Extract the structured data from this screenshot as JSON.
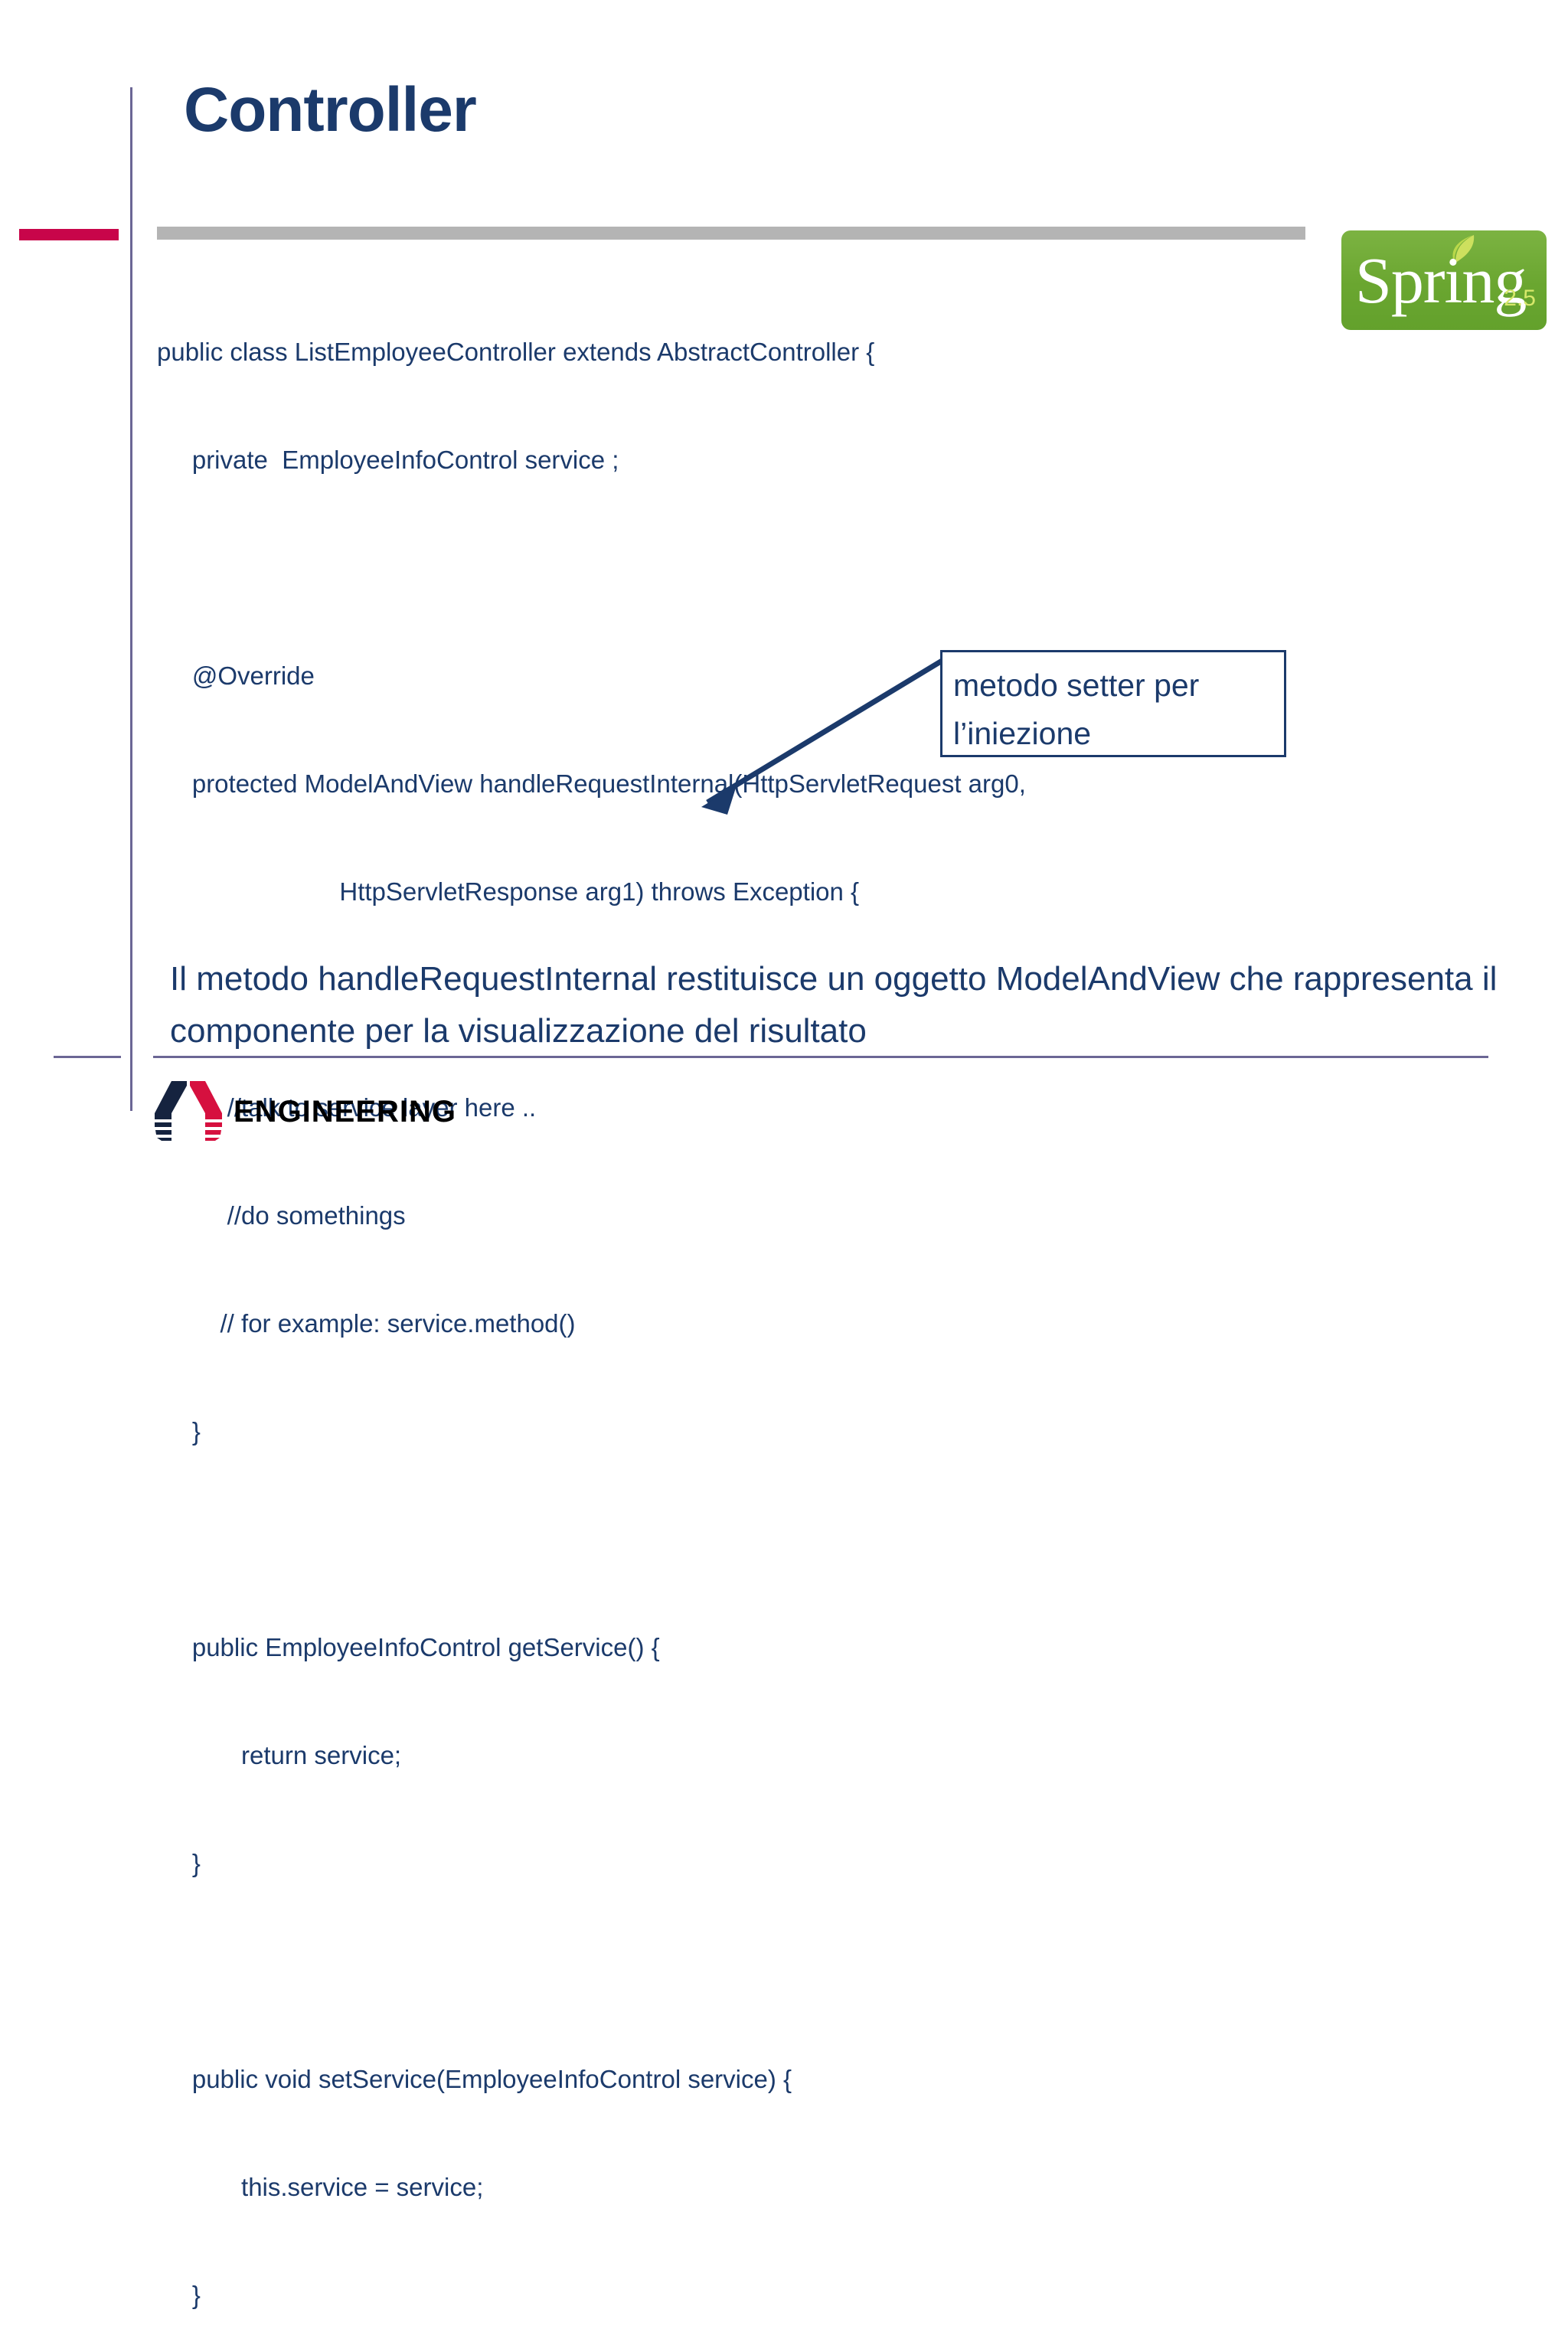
{
  "slide": {
    "title": "Controller",
    "accent_color": "#c8054a",
    "rule_color": "#6b6695",
    "text_color": "#1b3a6b",
    "graybar_color": "#b4b4b4"
  },
  "code": {
    "lines": [
      "public class ListEmployeeController extends AbstractController {",
      "     private  EmployeeInfoControl service ;",
      "",
      "     @Override",
      "     protected ModelAndView handleRequestInternal(HttpServletRequest arg0,",
      "                          HttpServletResponse arg1) throws Exception {",
      "",
      "          //talk to service layer here ..",
      "          //do somethings",
      "         // for example: service.method()",
      "     }",
      "",
      "     public EmployeeInfoControl getService() {",
      "            return service;",
      "     }",
      "",
      "     public void setService(EmployeeInfoControl service) {",
      "            this.service = service;",
      "     }"
    ]
  },
  "callout": {
    "line1": "metodo setter per",
    "line2": "l’iniezione",
    "border_color": "#1b3a6b"
  },
  "bottom_paragraph": "Il metodo handleRequestInternal restituisce un oggetto ModelAndView che rappresenta il componente per la visualizzazione del risultato",
  "spring_logo": {
    "word": "Spring",
    "version": "2.5",
    "bg_color": "#6aa630",
    "word_color": "#ffffff",
    "version_color": "#d7e86a"
  },
  "footer": {
    "brand": "ENGINEERING",
    "mark_left_color": "#15233f",
    "mark_right_color": "#d6103f"
  }
}
